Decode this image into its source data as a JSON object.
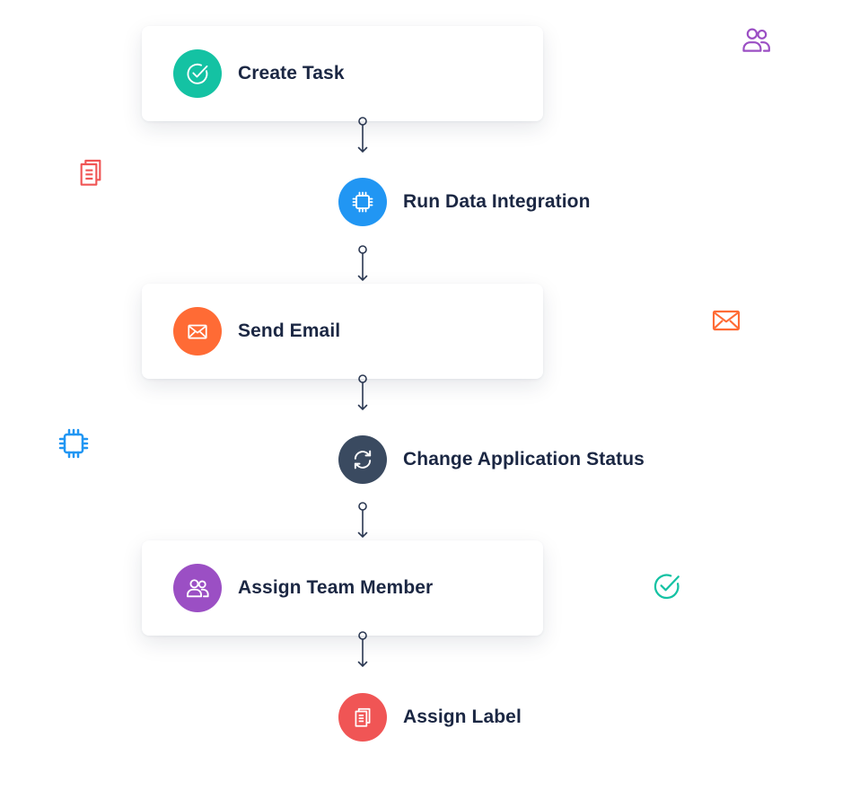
{
  "steps": [
    {
      "label": "Create Task",
      "icon": "check-circle-icon",
      "color": "#14c2a3"
    },
    {
      "label": "Run Data Integration",
      "icon": "chip-icon",
      "color": "#2196f3"
    },
    {
      "label": "Send Email",
      "icon": "mail-icon",
      "color": "#ff6b35"
    },
    {
      "label": "Change Application Status",
      "icon": "refresh-icon",
      "color": "#3a4a60"
    },
    {
      "label": "Assign Team Member",
      "icon": "users-icon",
      "color": "#9b4fc4"
    },
    {
      "label": "Assign Label",
      "icon": "documents-icon",
      "color": "#f05555"
    }
  ],
  "decor_icons": [
    {
      "icon": "users-icon",
      "color": "#9b4fc4"
    },
    {
      "icon": "documents-icon",
      "color": "#f05555"
    },
    {
      "icon": "mail-icon",
      "color": "#ff6b35"
    },
    {
      "icon": "chip-icon",
      "color": "#2196f3"
    },
    {
      "icon": "check-circle-icon",
      "color": "#14c2a3"
    }
  ]
}
